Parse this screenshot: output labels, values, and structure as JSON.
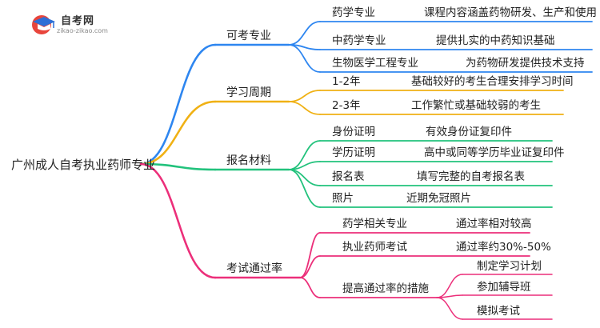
{
  "logo": {
    "title": "自考网",
    "domain": "zikao-zikao.com"
  },
  "mindmap": {
    "root": "广州成人自考执业药师专业",
    "branches": [
      {
        "label": "可考专业",
        "color": "#2e86f0",
        "children": [
          {
            "label": "药学专业",
            "note": "课程内容涵盖药物研发、生产和使用"
          },
          {
            "label": "中药学专业",
            "note": "提供扎实的中药知识基础"
          },
          {
            "label": "生物医学工程专业",
            "note": "为药物研发提供技术支持"
          }
        ]
      },
      {
        "label": "学习周期",
        "color": "#f0b114",
        "children": [
          {
            "label": "1-2年",
            "note": "基础较好的考生合理安排学习时间"
          },
          {
            "label": "2-3年",
            "note": "工作繁忙或基础较弱的考生"
          }
        ]
      },
      {
        "label": "报名材料",
        "color": "#22c27c",
        "children": [
          {
            "label": "身份证明",
            "note": "有效身份证复印件"
          },
          {
            "label": "学历证明",
            "note": "高中或同等学历毕业证复印件"
          },
          {
            "label": "报名表",
            "note": "填写完整的自考报名表"
          },
          {
            "label": "照片",
            "note": "近期免冠照片"
          }
        ]
      },
      {
        "label": "考试通过率",
        "color": "#ec2f7a",
        "children": [
          {
            "label": "药学相关专业",
            "note": "通过率相对较高"
          },
          {
            "label": "执业药师考试",
            "note": "通过率约30%-50%"
          },
          {
            "label": "提高通过率的措施",
            "subitems": [
              "制定学习计划",
              "参加辅导班",
              "模拟考试"
            ]
          }
        ]
      }
    ]
  }
}
